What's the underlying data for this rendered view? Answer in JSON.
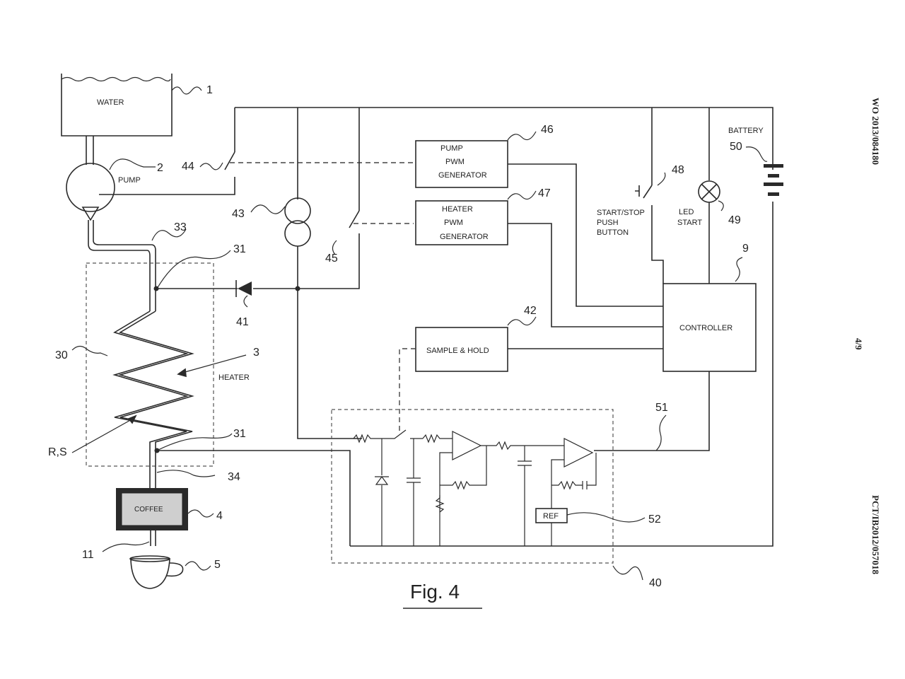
{
  "labels": {
    "water": "WATER",
    "pump": "PUMP",
    "heater": "HEATER",
    "coffee": "COFFEE",
    "pump_pwm_1": "PUMP",
    "pump_pwm_2": "PWM",
    "pump_pwm_3": "GENERATOR",
    "heater_pwm_1": "HEATER",
    "heater_pwm_2": "PWM",
    "heater_pwm_3": "GENERATOR",
    "sample_hold": "SAMPLE & HOLD",
    "controller": "CONTROLLER",
    "battery": "BATTERY",
    "start_stop_1": "START/STOP",
    "start_stop_2": "PUSH",
    "start_stop_3": "BUTTON",
    "led_1": "LED",
    "led_2": "START",
    "ref": "REF",
    "rs": "R,S"
  },
  "numbers": {
    "n1": "1",
    "n2": "2",
    "n3": "3",
    "n4": "4",
    "n5": "5",
    "n9": "9",
    "n11": "11",
    "n30": "30",
    "n31a": "31",
    "n31b": "31",
    "n33": "33",
    "n34": "34",
    "n40": "40",
    "n41": "41",
    "n42": "42",
    "n43": "43",
    "n44": "44",
    "n45": "45",
    "n46": "46",
    "n47": "47",
    "n48": "48",
    "n49": "49",
    "n50": "50",
    "n51": "51",
    "n52": "52"
  },
  "figure_caption": "Fig. 4",
  "side_text": {
    "pub_number": "WO 2013/084180",
    "page": "4/9",
    "app_number": "PCT/IB2012/057018"
  }
}
